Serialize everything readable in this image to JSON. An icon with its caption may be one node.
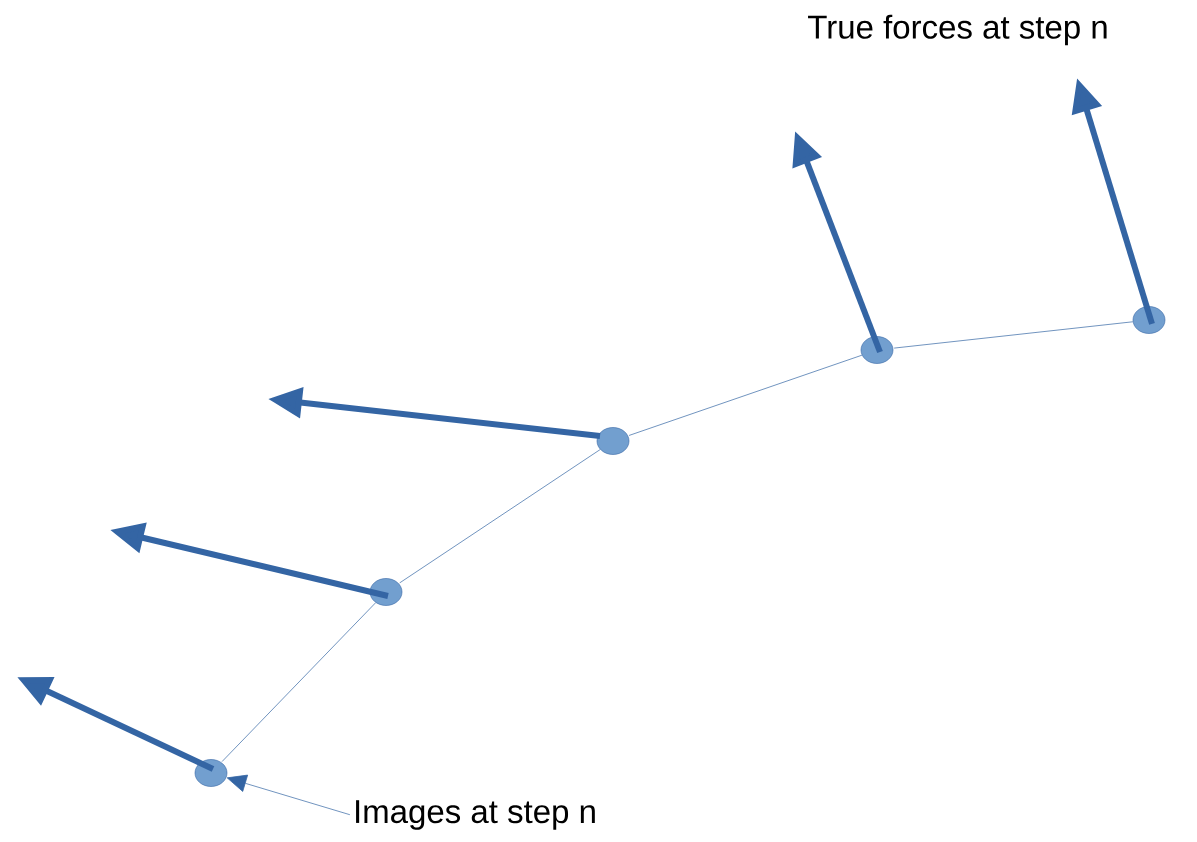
{
  "diagram": {
    "nodes": [
      {
        "text": [],
        "shape": "circle"
      },
      {
        "text": [],
        "shape": "circle"
      },
      {
        "text": [],
        "shape": "circle"
      },
      {
        "text": [],
        "shape": "circle"
      },
      {
        "text": [],
        "shape": "circle"
      },
      {
        "text": [
          "Images at step n"
        ]
      }
    ],
    "edges": [
      {
        "from": 0,
        "to": 1,
        "arrow": "none"
      },
      {
        "from": 1,
        "to": 2,
        "arrow": "none"
      },
      {
        "from": 2,
        "to": 3,
        "arrow": "none"
      },
      {
        "from": 3,
        "to": 4,
        "arrow": "none"
      },
      {
        "from": 5,
        "to": 0,
        "arrow": "to"
      }
    ],
    "labels": [
      "True forces at step n"
    ]
  }
}
